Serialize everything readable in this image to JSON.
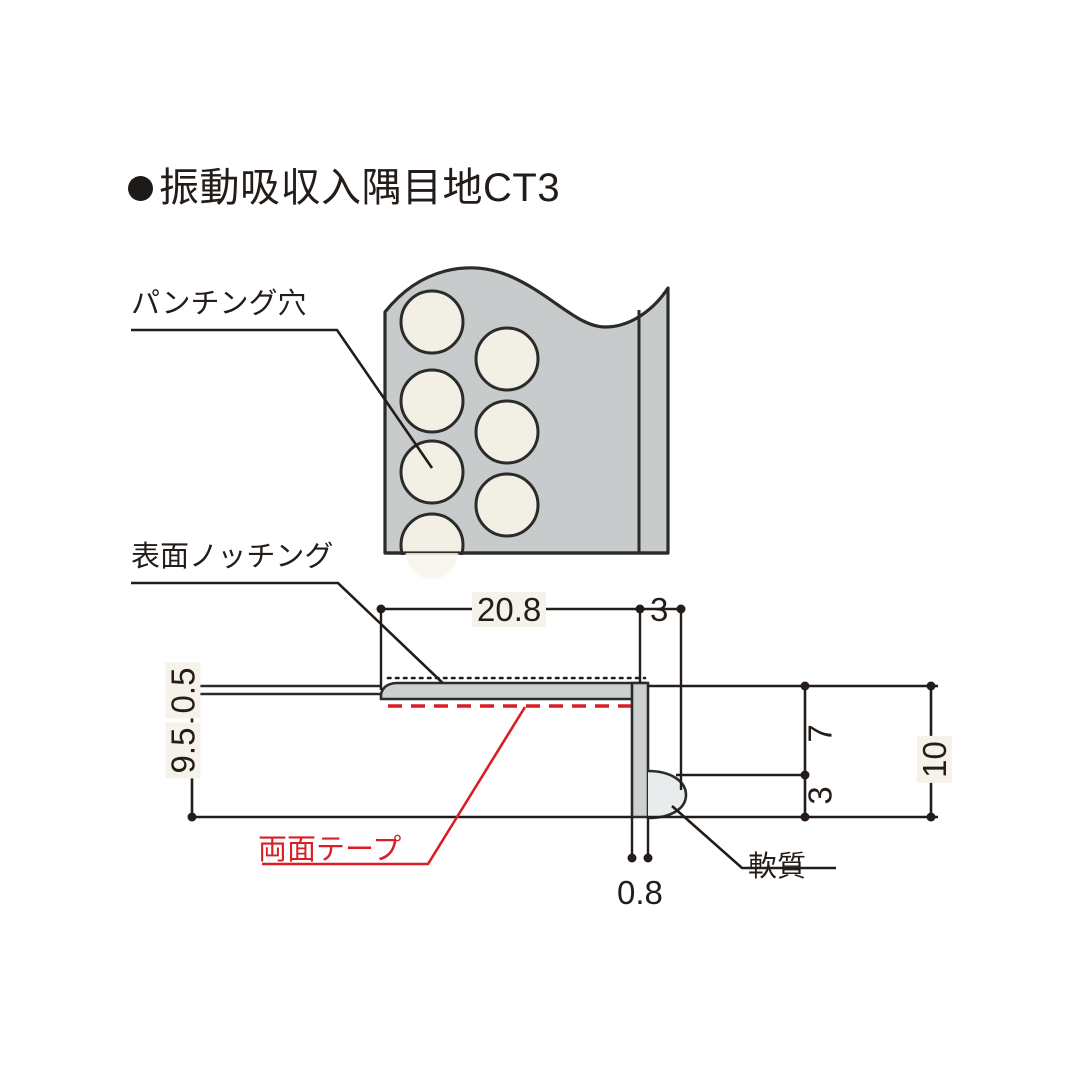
{
  "title": {
    "bullet": "●",
    "text": "振動吸収入隅目地CT3"
  },
  "labels": {
    "punching_holes": "パンチング穴",
    "surface_notching": "表面ノッチング",
    "double_sided_tape": "両面テープ",
    "soft_material": "軟質"
  },
  "dimensions": {
    "top_width": "20.8",
    "top_right": "3",
    "left_thin": "0.5",
    "left_height": "9.5",
    "right_upper": "7",
    "right_lower": "3",
    "right_total": "10",
    "bottom_thickness": "0.8"
  },
  "colors": {
    "ink": "#231c18",
    "accent_red": "#d81f26",
    "panel_gray": "#c8cbcb",
    "hole_cream": "#f2efe4",
    "dim_bg": "#f5f2ea"
  },
  "drawing": {
    "upper_view_name": "perforated-panel-view",
    "lower_view_name": "cross-section-view",
    "hole_count": 6
  }
}
